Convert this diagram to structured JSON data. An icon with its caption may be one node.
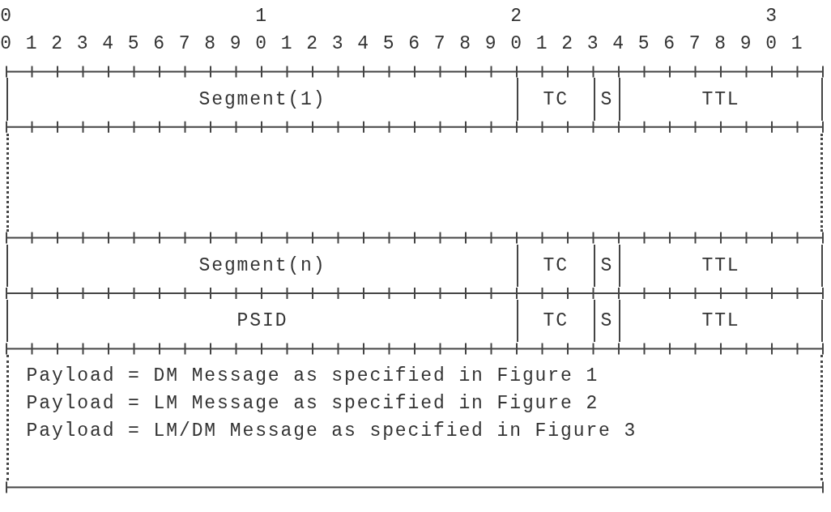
{
  "diagram": {
    "nodes": [
      {
        "text": [
          "Segment(1)"
        ]
      },
      {
        "text": [
          "TC"
        ]
      },
      {
        "text": [
          "S"
        ]
      },
      {
        "text": [
          "TTL"
        ]
      },
      {
        "text": [],
        "shape": "box"
      },
      {
        "text": [
          "Segment(n)"
        ]
      },
      {
        "text": [
          "TC"
        ]
      },
      {
        "text": [
          "S"
        ]
      },
      {
        "text": [
          "TTL"
        ]
      },
      {
        "text": [
          "PSID"
        ]
      },
      {
        "text": [
          "TC"
        ]
      },
      {
        "text": [
          "S"
        ]
      },
      {
        "text": [
          "TTL"
        ]
      },
      {
        "text": [
          "Payload = DM Message as specified in Figure 1",
          "Payload = LM Message as specified in Figure 2",
          "Payload = LM/DM Message as specified in Figure 3"
        ]
      }
    ],
    "labels": [
      "0",
      "1",
      "2",
      "3",
      "0",
      "1",
      "2",
      "3",
      "4",
      "5",
      "6",
      "7",
      "8",
      "9",
      "0",
      "1",
      "2",
      "3",
      "4",
      "5",
      "6",
      "7",
      "8",
      "9",
      "0",
      "1",
      "2",
      "3",
      "4",
      "5",
      "6",
      "7",
      "8",
      "9",
      "0",
      "1"
    ]
  }
}
